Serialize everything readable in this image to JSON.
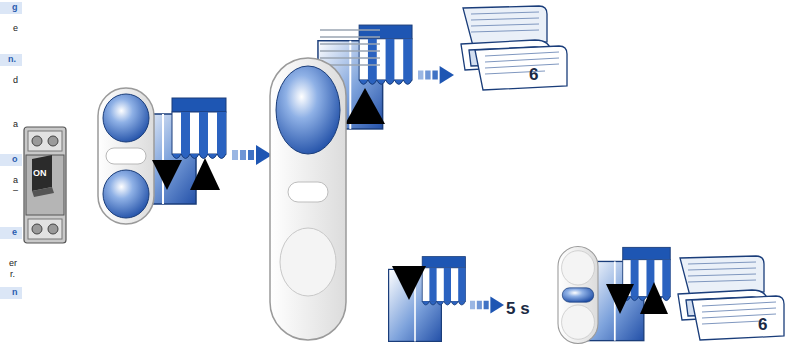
{
  "diagram": {
    "nodes": [
      {
        "text": [
          "ON"
        ]
      },
      {
        "text": [
          "6"
        ]
      },
      {
        "text": [
          "6"
        ]
      }
    ],
    "labels": [
      "g",
      "e",
      "n.",
      "d",
      "a",
      "o",
      "a",
      "–",
      "e",
      "er",
      "r.",
      "n",
      "5 s"
    ]
  }
}
